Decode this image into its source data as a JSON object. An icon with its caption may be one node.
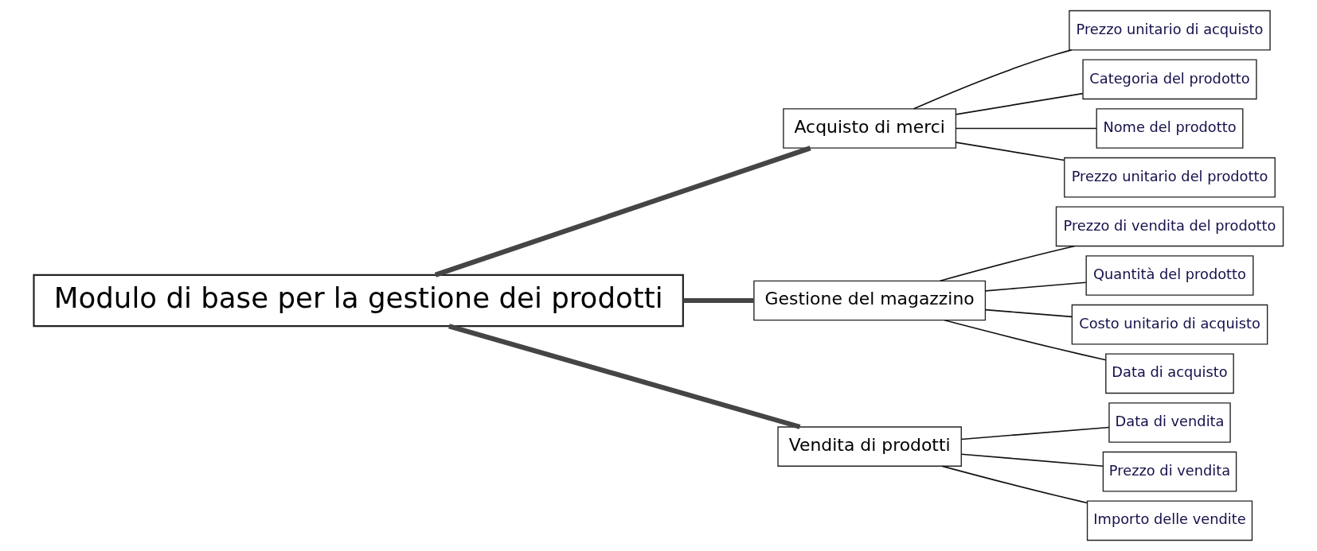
{
  "diagram": {
    "nodes": [
      {
        "text": [
          "Modulo di base per la gestione dei prodotti"
        ]
      },
      {
        "text": [
          "Acquisto di merci"
        ]
      },
      {
        "text": [
          "Prezzo unitario di acquisto"
        ]
      },
      {
        "text": [
          "Categoria del prodotto"
        ]
      },
      {
        "text": [
          "Nome del prodotto"
        ]
      },
      {
        "text": [
          "Prezzo unitario del prodotto"
        ]
      },
      {
        "text": [
          "Gestione del magazzino"
        ]
      },
      {
        "text": [
          "Prezzo di vendita del prodotto"
        ]
      },
      {
        "text": [
          "Quantità del prodotto"
        ]
      },
      {
        "text": [
          "Costo unitario di acquisto"
        ]
      },
      {
        "text": [
          "Data di acquisto"
        ]
      },
      {
        "text": [
          "Vendita di prodotti"
        ]
      },
      {
        "text": [
          "Data di vendita"
        ]
      },
      {
        "text": [
          "Prezzo di vendita"
        ]
      },
      {
        "text": [
          "Importo delle vendite"
        ]
      }
    ],
    "edges": [
      {
        "from": 0,
        "to": 1,
        "arrow": "none",
        "style": "thick",
        "color": "#454545"
      },
      {
        "from": 1,
        "to": 2,
        "arrow": "none"
      },
      {
        "from": 1,
        "to": 3,
        "arrow": "none"
      },
      {
        "from": 1,
        "to": 4,
        "arrow": "none"
      },
      {
        "from": 1,
        "to": 5,
        "arrow": "none"
      },
      {
        "from": 0,
        "to": 6,
        "arrow": "none",
        "style": "thick",
        "color": "#454545"
      },
      {
        "from": 6,
        "to": 7,
        "arrow": "none"
      },
      {
        "from": 6,
        "to": 8,
        "arrow": "none"
      },
      {
        "from": 6,
        "to": 9,
        "arrow": "none"
      },
      {
        "from": 6,
        "to": 10,
        "arrow": "none"
      },
      {
        "from": 0,
        "to": 11,
        "arrow": "none",
        "style": "thick",
        "color": "#454545"
      },
      {
        "from": 11,
        "to": 12,
        "arrow": "none"
      },
      {
        "from": 11,
        "to": 13,
        "arrow": "none"
      },
      {
        "from": 11,
        "to": 14,
        "arrow": "none"
      }
    ]
  }
}
